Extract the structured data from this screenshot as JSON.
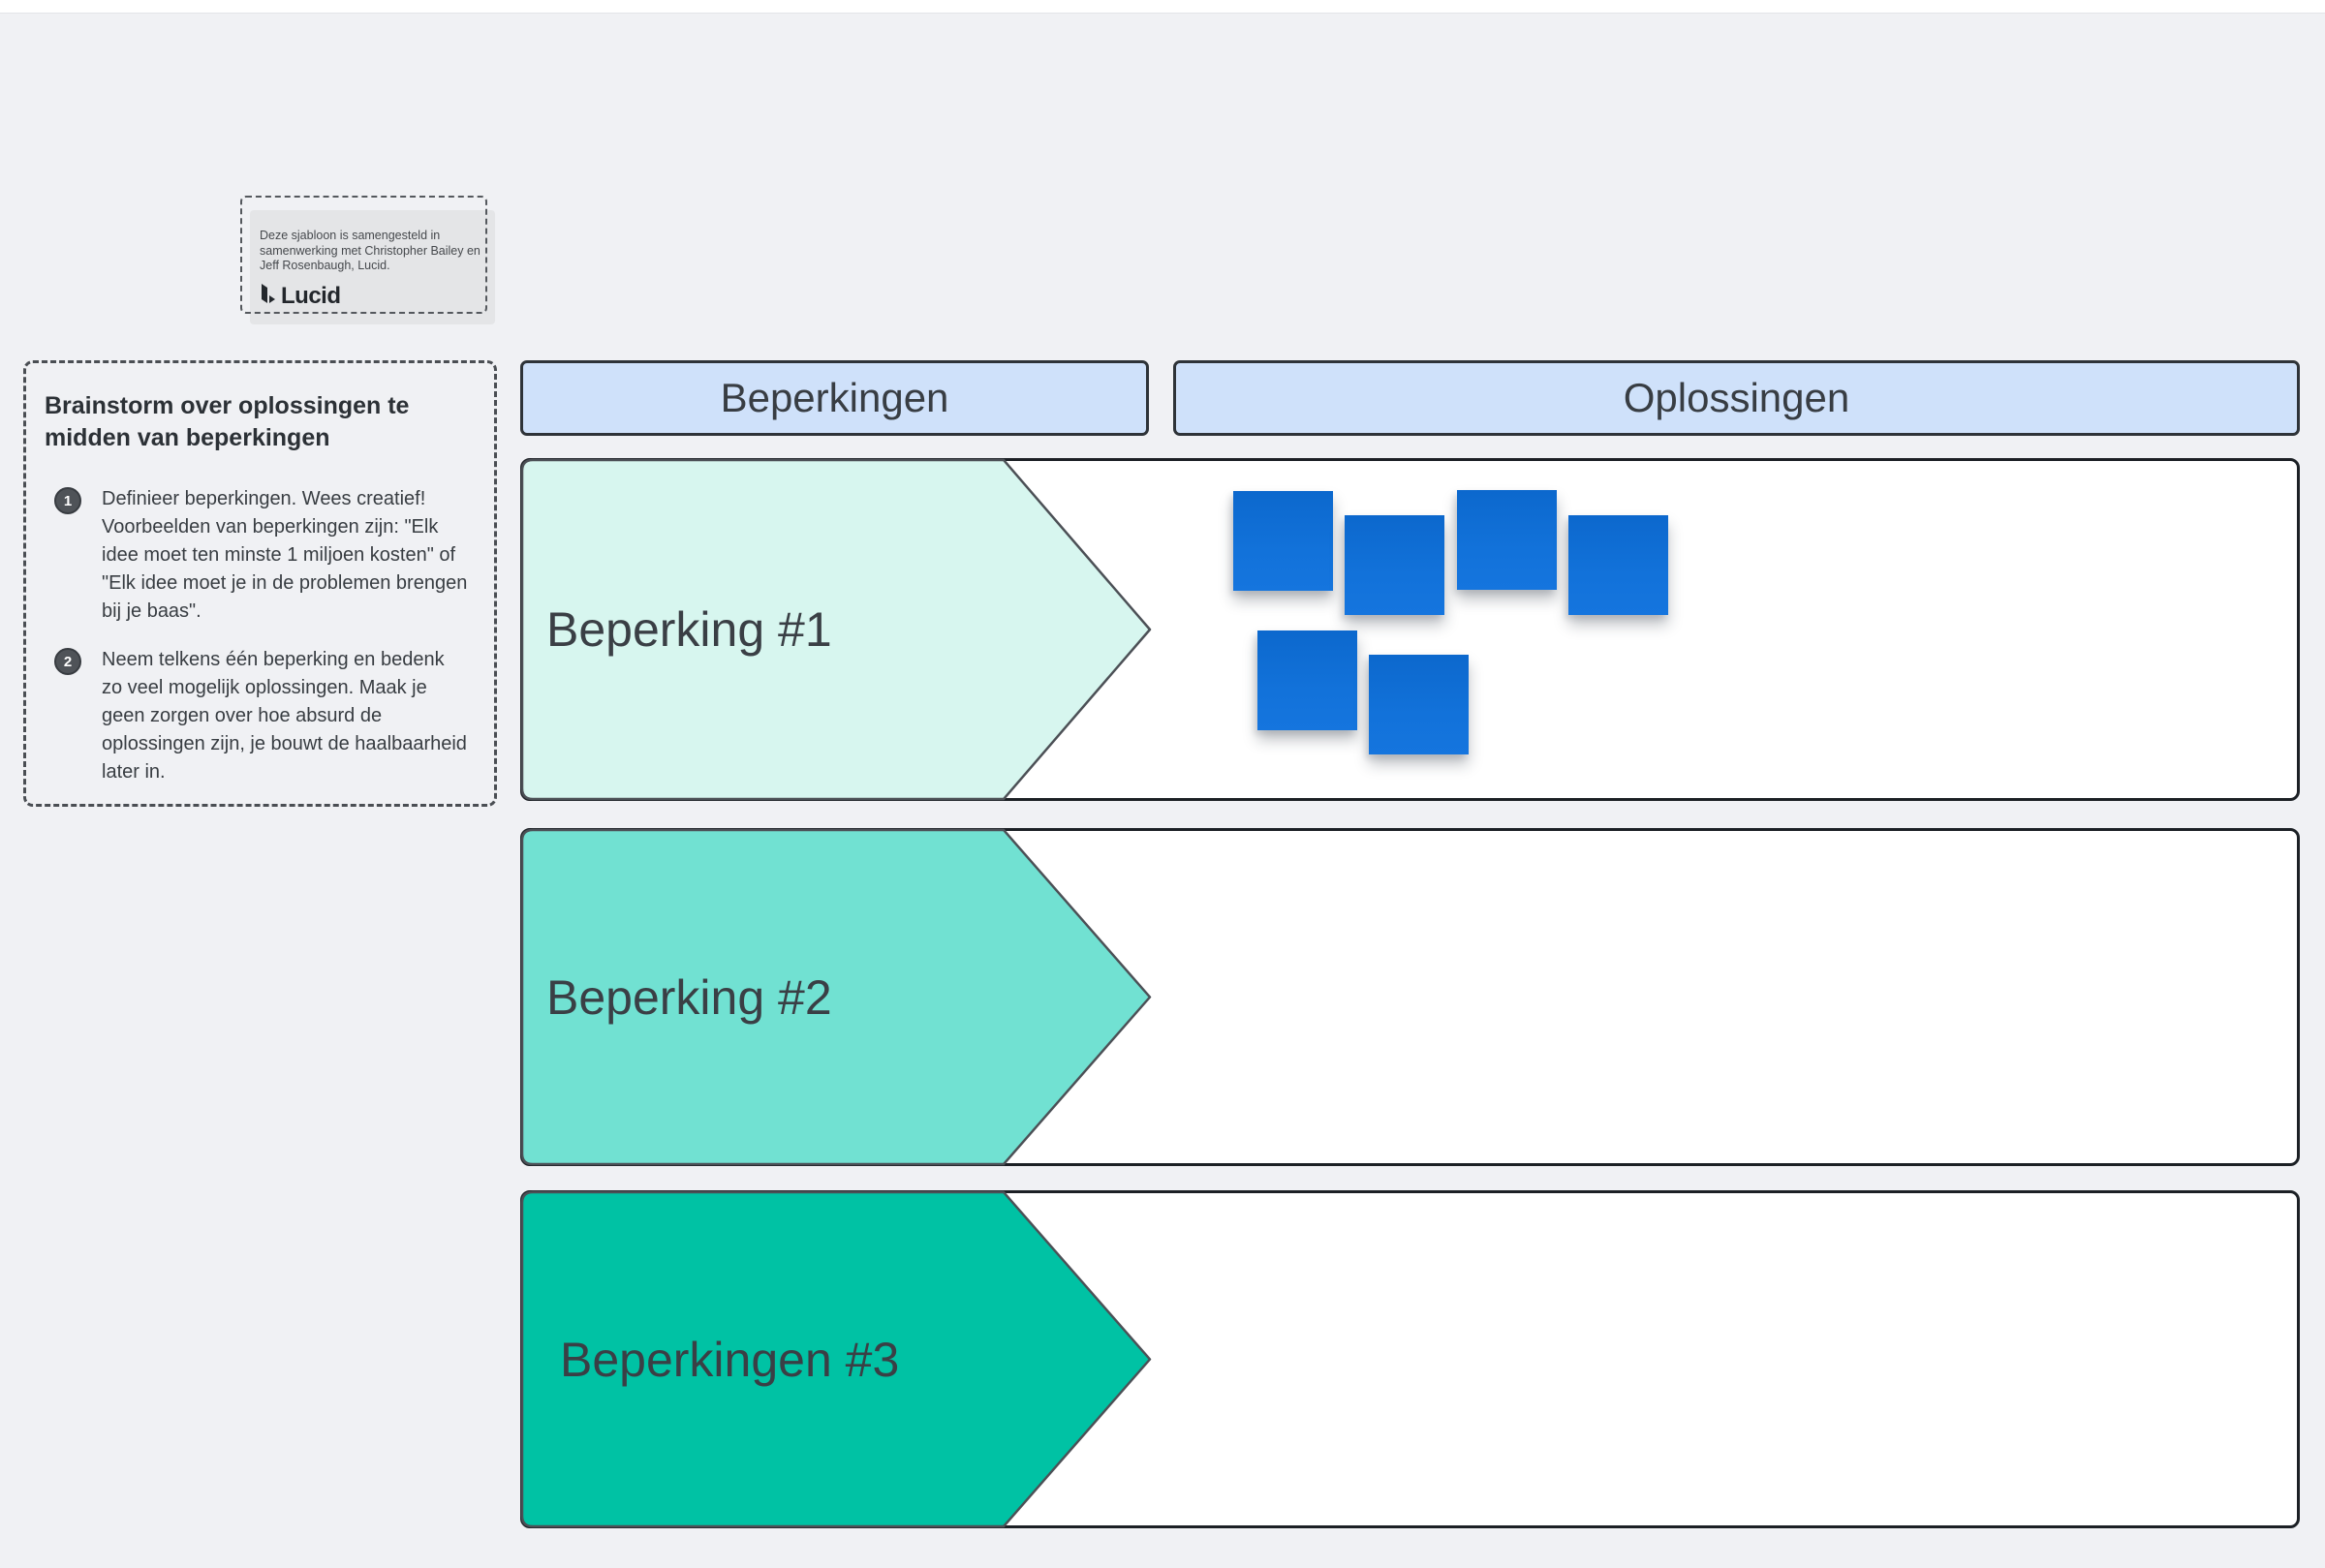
{
  "attribution": {
    "text": "Deze sjabloon is samengesteld in\nsamenwerking met Christopher Bailey en\nJeff Rosenbaugh, Lucid.",
    "logo_text": "Lucid"
  },
  "instructions": {
    "title": "Brainstorm over oplossingen te\nmidden van beperkingen",
    "steps": [
      {
        "number": "1",
        "text": "Definieer beperkingen. Wees creatief!\nVoorbeelden van beperkingen zijn: \"Elk\nidee moet ten minste 1 miljoen kosten\" of\n\"Elk idee moet je in de problemen brengen\nbij je baas\"."
      },
      {
        "number": "2",
        "text": "Neem telkens één beperking en bedenk\nzo veel mogelijk oplossingen. Maak je\ngeen zorgen over hoe absurd de\noplossingen zijn, je bouwt de haalbaarheid\nlater in."
      }
    ]
  },
  "columns": [
    {
      "label": "Beperkingen"
    },
    {
      "label": "Oplossingen"
    }
  ],
  "rows": [
    {
      "label": "Beperking #1",
      "arrow_color": "#d7f6ef"
    },
    {
      "label": "Beperking #2",
      "arrow_color": "#71e1d2"
    },
    {
      "label": "Beperkingen #3",
      "arrow_color": "#00c2a4"
    }
  ],
  "sticky_notes": {
    "count": 6,
    "color": "#1272da"
  },
  "colors": {
    "background": "#f0f1f4",
    "top_bar": "#ffffff",
    "attribution_fill": "#e4e5e7",
    "dashed_border": "#4a4e53",
    "header_fill": "#cfe1fa",
    "header_border": "#2e3338",
    "row_border": "#1c2025",
    "row_fill": "#ffffff",
    "arrow_border": "#4c5056",
    "badge_fill": "#4f5358",
    "text_dark": "#3a3f45"
  }
}
